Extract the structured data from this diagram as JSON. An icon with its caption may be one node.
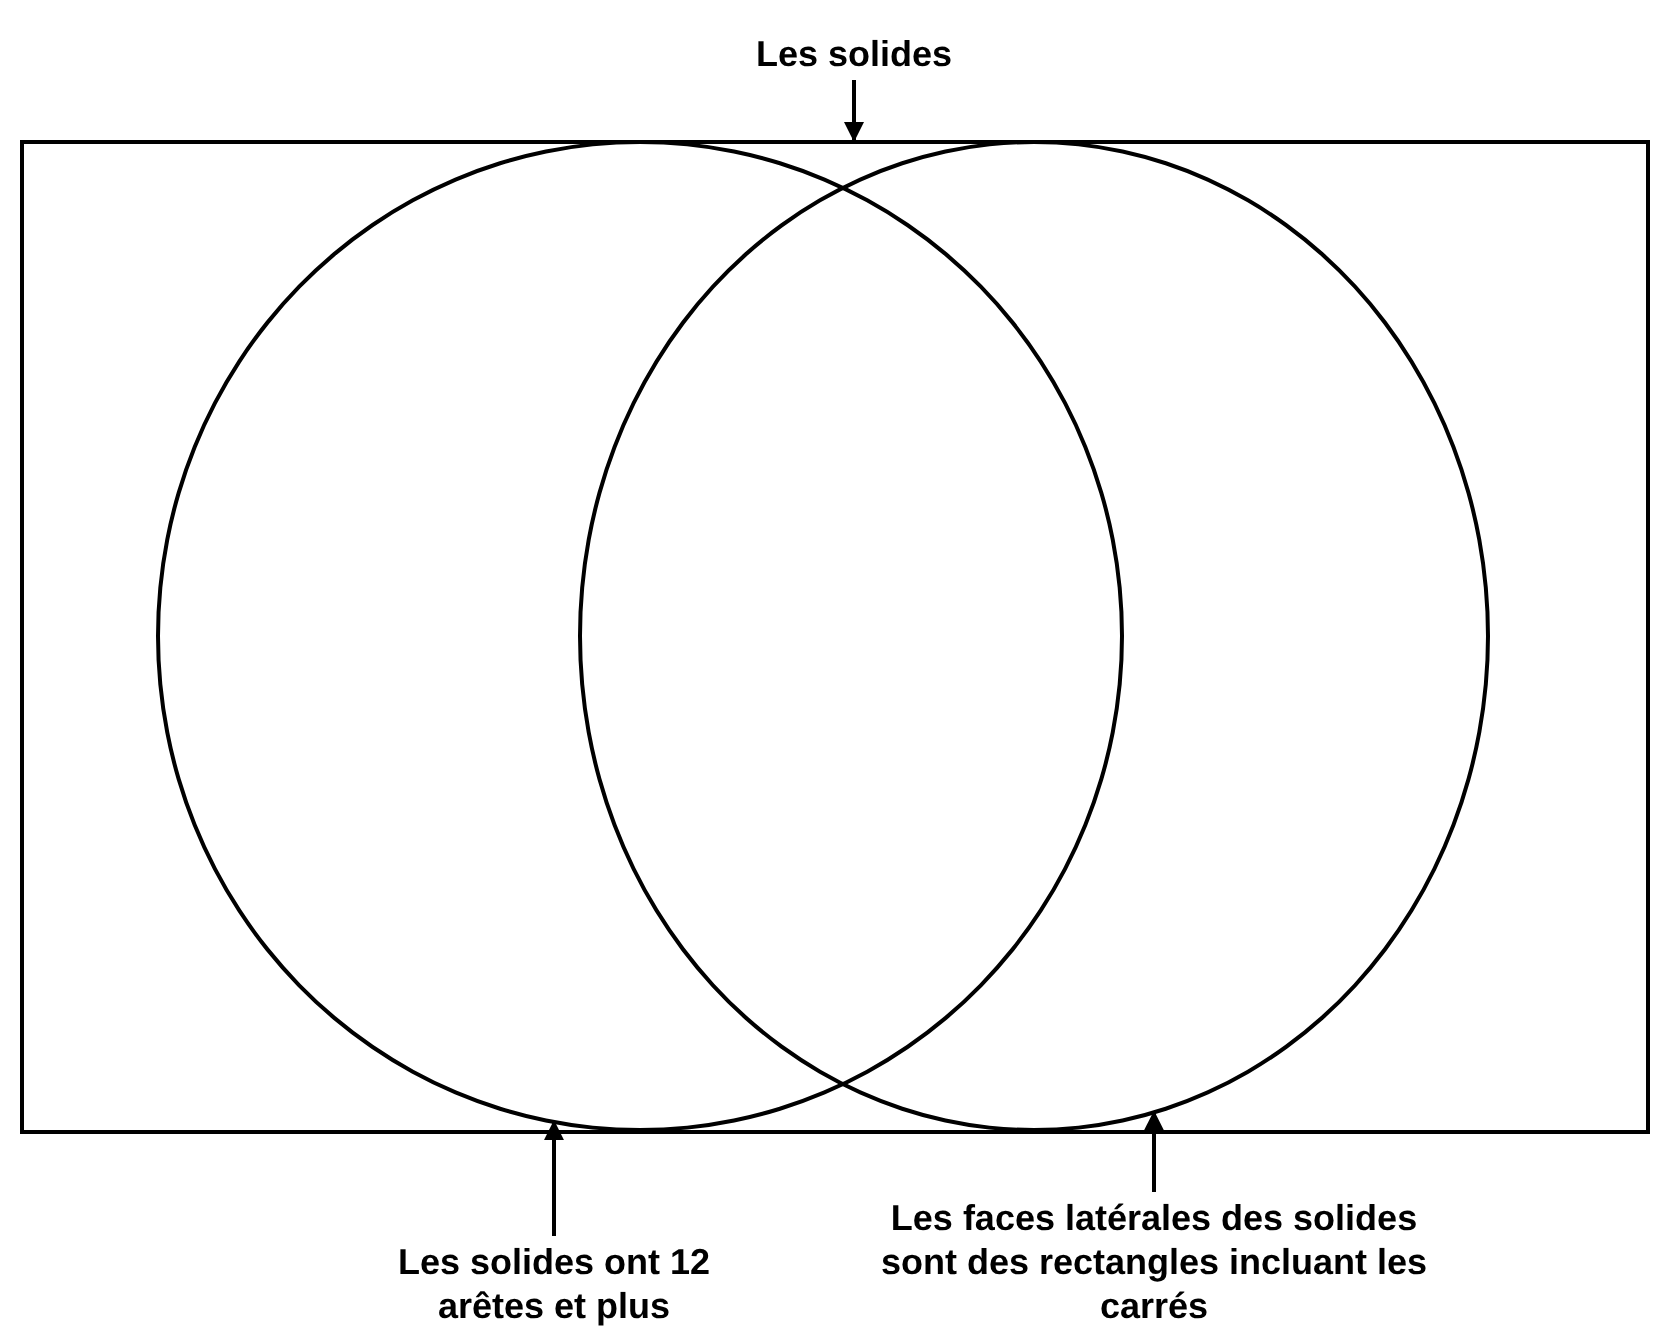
{
  "diagram": {
    "nodes": [
      {
        "text": [
          "Les solides"
        ]
      },
      {
        "text": [],
        "shape": "box"
      },
      {
        "text": [],
        "shape": "circle",
        "in": 1
      },
      {
        "text": [],
        "shape": "circle",
        "in": 1
      },
      {
        "text": [
          "Les solides ont 12 arêtes et plus"
        ]
      },
      {
        "text": [
          "Les faces latérales des solides sont des rectangles incluant les carrés"
        ]
      }
    ],
    "edges": [
      {
        "from": 0,
        "to": 1,
        "arrow": "to"
      },
      {
        "from": 4,
        "to": 2,
        "arrow": "to"
      },
      {
        "from": 5,
        "to": 3,
        "arrow": "to"
      }
    ]
  }
}
